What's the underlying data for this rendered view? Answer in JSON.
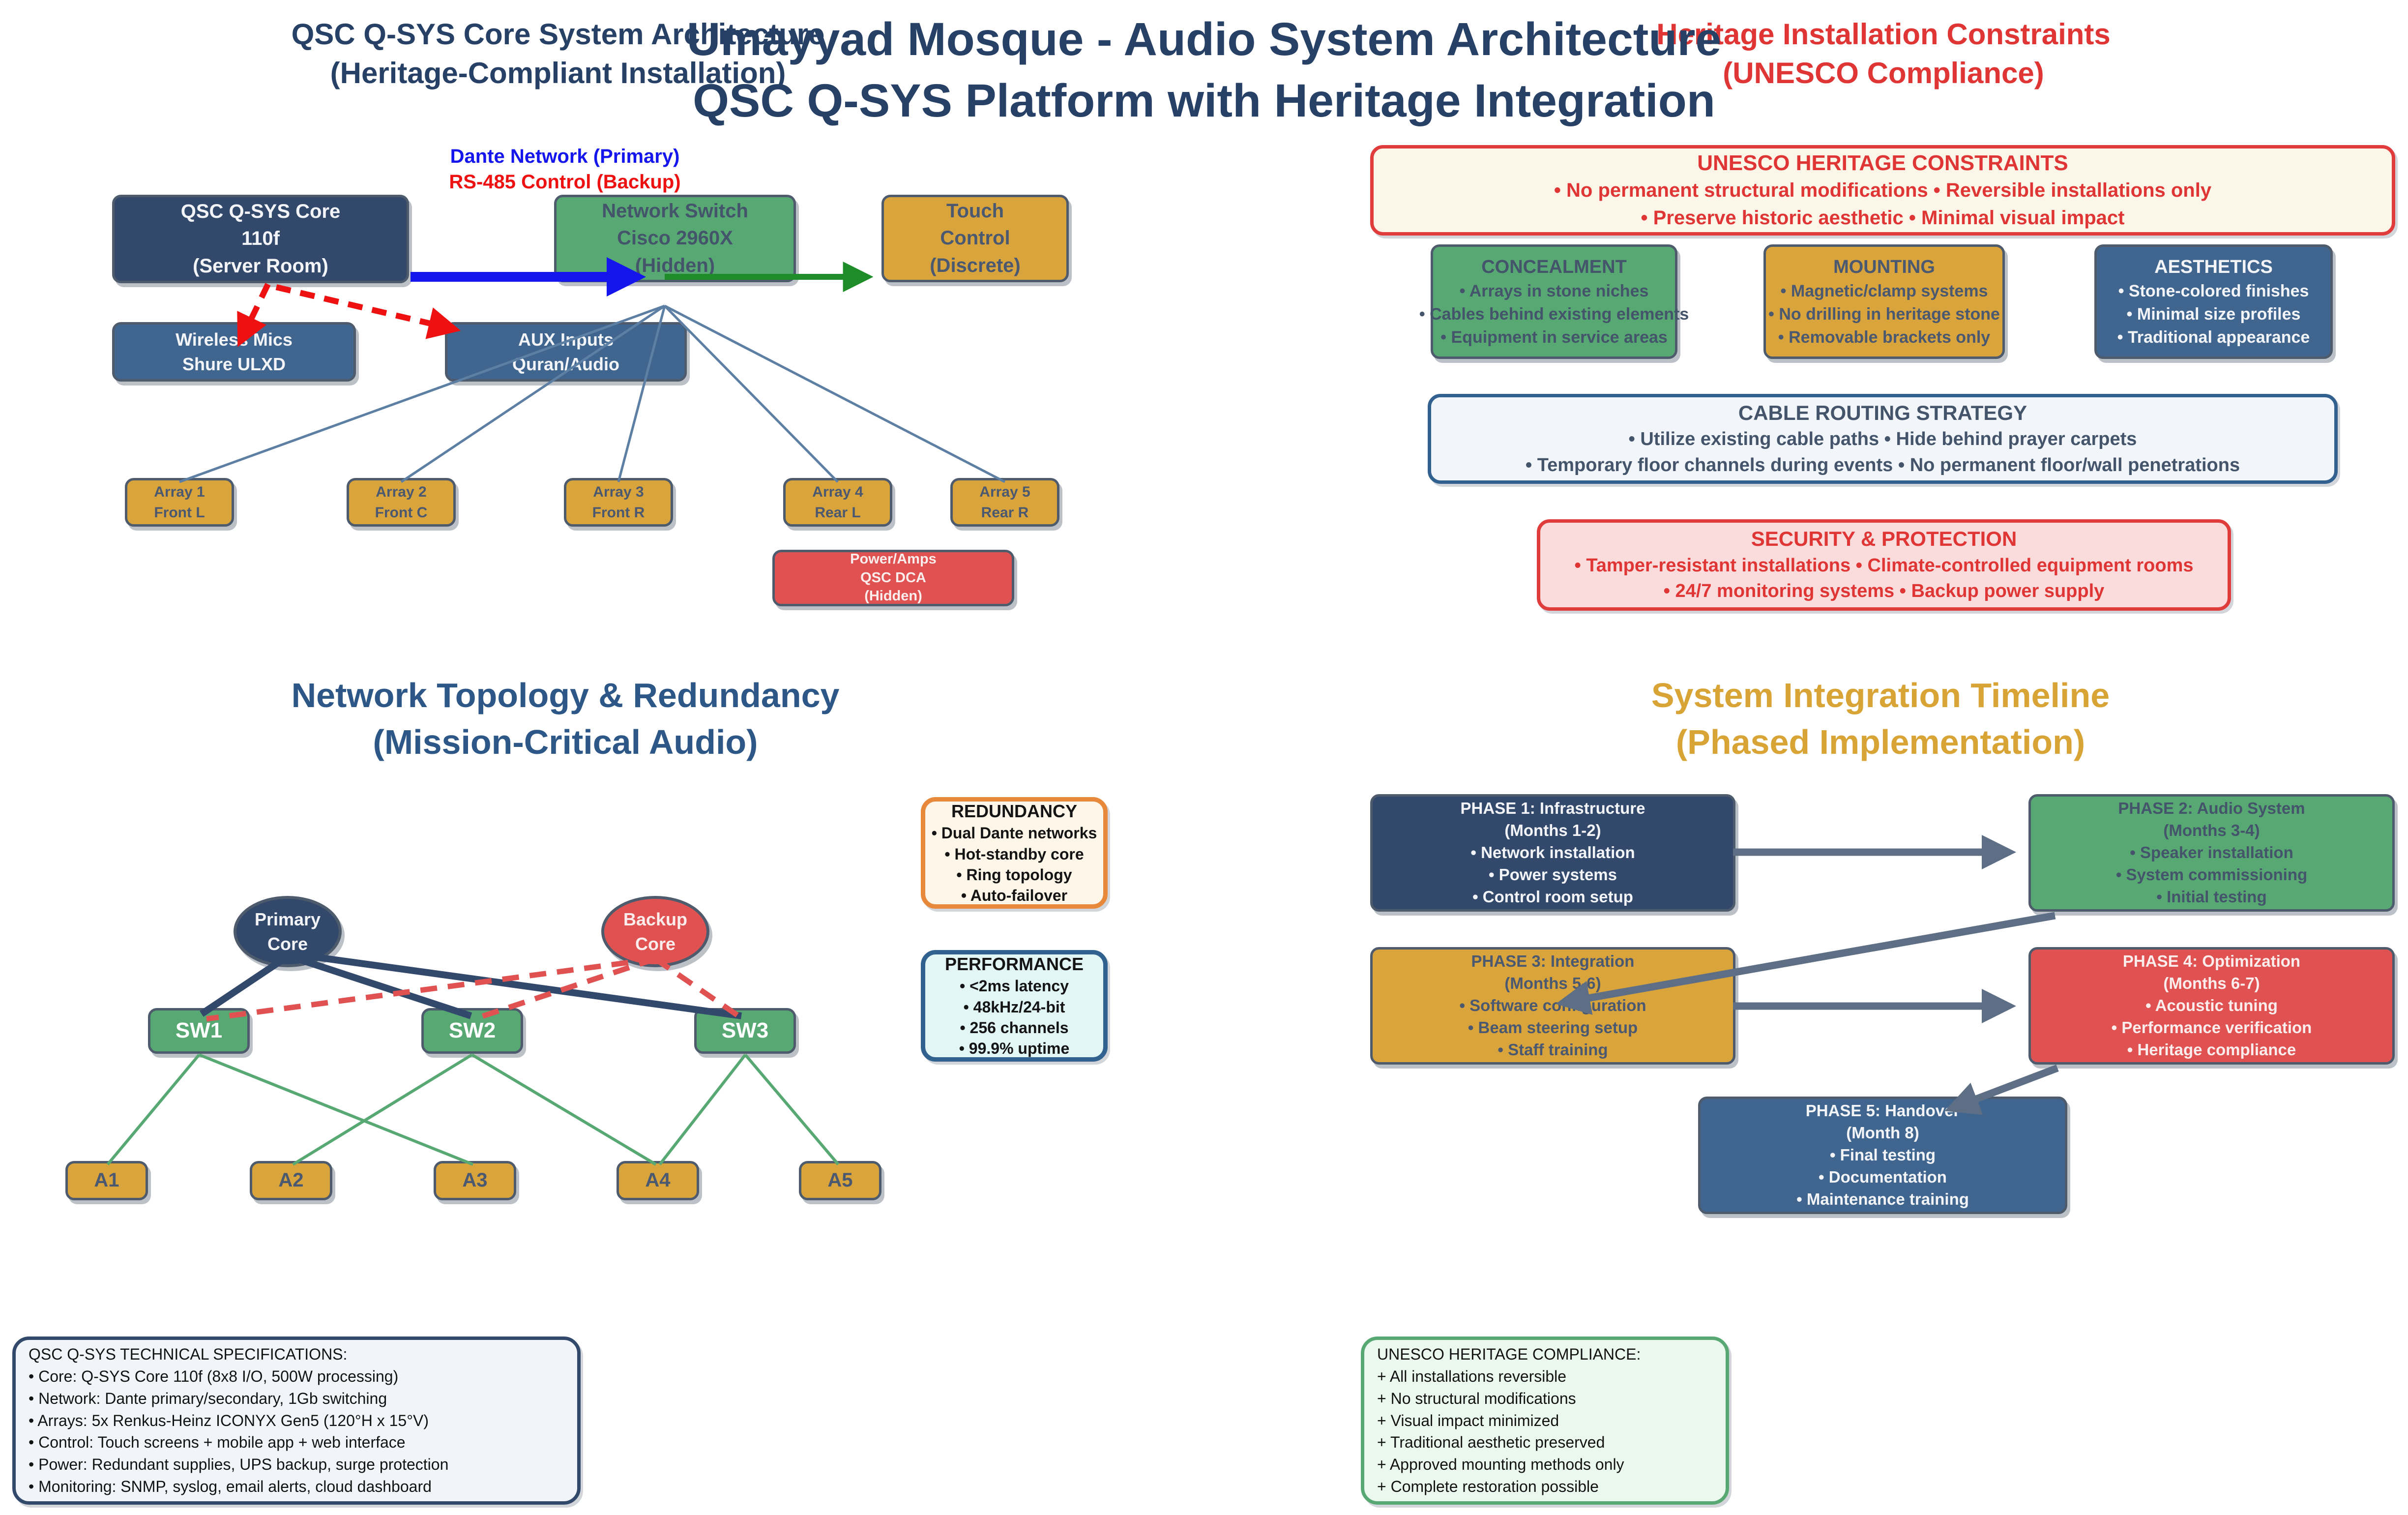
{
  "titles": {
    "main": "Umayyad Mosque - Audio System Architecture\nQSC Q-SYS Platform with Heritage Integration",
    "left": "QSC Q-SYS Core System Architecture\n(Heritage-Compliant Installation)",
    "right": "Heritage Installation Constraints\n(UNESCO Compliance)",
    "topology": "Network Topology & Redundancy\n(Mission-Critical Audio)",
    "timeline": "System Integration Timeline\n(Phased Implementation)"
  },
  "legend": {
    "primary": "Dante Network (Primary)",
    "backup": "RS-485 Control (Backup)"
  },
  "system_diagram": {
    "core": "QSC Q-SYS Core\n110f\n(Server Room)",
    "switch": "Network Switch\nCisco 2960X\n(Hidden)",
    "touch": "Touch\nControl\n(Discrete)",
    "wireless": "Wireless Mics\nShure ULXD",
    "aux": "AUX Inputs\nQuran/Audio",
    "arrays": [
      "Array 1\nFront L",
      "Array 2\nFront C",
      "Array 3\nFront R",
      "Array 4\nRear L",
      "Array 5\nRear R"
    ],
    "amps": "Power/Amps\nQSC DCA\n(Hidden)"
  },
  "constraints": {
    "main": {
      "title": "UNESCO HERITAGE CONSTRAINTS",
      "body": "• No permanent structural modifications • Reversible installations only\n• Preserve historic aesthetic • Minimal visual impact"
    },
    "concealment": {
      "title": "CONCEALMENT",
      "body": "• Arrays in stone niches\n• Cables behind existing elements\n• Equipment in service areas"
    },
    "mounting": {
      "title": "MOUNTING",
      "body": "• Magnetic/clamp systems\n• No drilling in heritage stone\n• Removable brackets only"
    },
    "aesthetics": {
      "title": "AESTHETICS",
      "body": "• Stone-colored finishes\n• Minimal size profiles\n• Traditional appearance"
    },
    "cable_routing": {
      "title": "CABLE ROUTING STRATEGY",
      "body": "• Utilize existing cable paths • Hide behind prayer carpets\n• Temporary floor channels during events • No permanent floor/wall penetrations"
    },
    "security": {
      "title": "SECURITY & PROTECTION",
      "body": "• Tamper-resistant installations • Climate-controlled equipment rooms\n• 24/7 monitoring systems • Backup power supply"
    }
  },
  "topology": {
    "primary_core": "Primary\nCore",
    "backup_core": "Backup\nCore",
    "switches": [
      "SW1",
      "SW2",
      "SW3"
    ],
    "arrays": [
      "A1",
      "A2",
      "A3",
      "A4",
      "A5"
    ],
    "redundancy": {
      "title": "REDUNDANCY",
      "body": "• Dual Dante networks\n• Hot-standby core\n• Ring topology\n• Auto-failover"
    },
    "performance": {
      "title": "PERFORMANCE",
      "body": "• <2ms latency\n• 48kHz/24-bit\n• 256 channels\n• 99.9% uptime"
    }
  },
  "timeline": {
    "phases": [
      "PHASE 1: Infrastructure\n(Months 1-2)\n• Network installation\n• Power systems\n• Control room setup",
      "PHASE 2: Audio System\n(Months 3-4)\n• Speaker installation\n• System commissioning\n• Initial testing",
      "PHASE 3: Integration\n(Months 5-6)\n• Software configuration\n• Beam steering setup\n• Staff training",
      "PHASE 4: Optimization\n(Months 6-7)\n• Acoustic tuning\n• Performance verification\n• Heritage compliance",
      "PHASE 5: Handover\n(Month 8)\n• Final testing\n• Documentation\n• Maintenance training"
    ]
  },
  "specs": {
    "title": "QSC Q-SYS TECHNICAL SPECIFICATIONS:",
    "body": "• Core: Q-SYS Core 110f (8x8 I/O, 500W processing)\n• Network: Dante primary/secondary, 1Gb switching\n• Arrays: 5x Renkus-Heinz ICONYX Gen5 (120°H x 15°V)\n• Control: Touch screens + mobile app + web interface\n• Power: Redundant supplies, UPS backup, surge protection\n• Monitoring: SNMP, syslog, email alerts, cloud dashboard"
  },
  "compliance": {
    "title": "UNESCO HERITAGE COMPLIANCE:",
    "body": "+ All installations reversible\n+ No structural modifications\n+ Visual impact minimized\n+ Traditional aesthetic preserved\n+ Approved mounting methods only\n+ Complete restoration possible"
  },
  "colors": {
    "navy": "#33496b",
    "steel_blue": "#40668f",
    "green": "#57a873",
    "gold": "#d9a43c",
    "red": "#e05252",
    "dante_blue": "#1515ee",
    "rs485_red": "#ee1111",
    "line_green": "#1e8c28",
    "fan_steel": "#5c7fa3",
    "arrow_slate": "#5e6f85",
    "title_navy": "#274066",
    "title_gold": "#d9a436",
    "title_red": "#e03535"
  }
}
